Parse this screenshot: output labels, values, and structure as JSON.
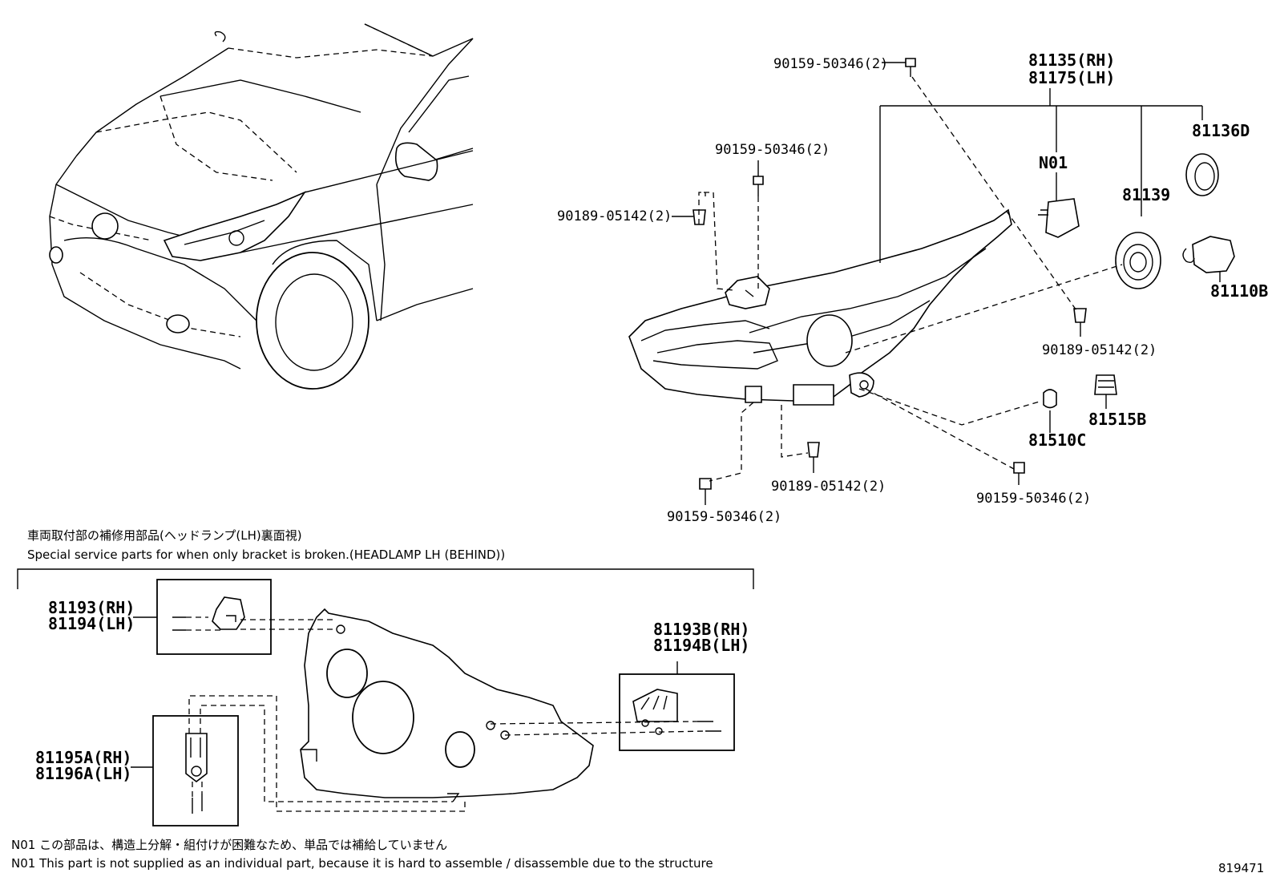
{
  "parts": {
    "headlamp_rh": "81135(RH)",
    "headlamp_lh": "81175(LH)",
    "n01": "N01",
    "socket": "81136D",
    "cover": "81139",
    "bulb_main": "81110B",
    "bulb_small": "81510C",
    "bulb_socket": "81515B",
    "screw_top_right": "90159-50346(2)",
    "screw_top_mid": "90159-50346(2)",
    "clip_left": "90189-05142(2)",
    "clip_right": "90189-05142(2)",
    "clip_bottom": "90189-05142(2)",
    "screw_bottom_left": "90159-50346(2)",
    "screw_bottom_right": "90159-50346(2)",
    "bracket_a_rh": "81193(RH)",
    "bracket_a_lh": "81194(LH)",
    "bracket_b_rh": "81193B(RH)",
    "bracket_b_lh": "81194B(LH)",
    "bracket_c_rh": "81195A(RH)",
    "bracket_c_lh": "81196A(LH)"
  },
  "service_note": {
    "jp": "車両取付部の補修用部品(ヘッドランプ(LH)裏面視)",
    "en": "Special service parts for when only bracket is broken.(HEADLAMP LH (BEHIND))"
  },
  "footnotes": {
    "jp": "N01 この部品は、構造上分解・組付けが困難なため、単品では補給していません",
    "en": "N01 This part is not supplied as an individual part, because it is hard to assemble / disassemble due to the structure"
  },
  "diagram_id": "819471"
}
